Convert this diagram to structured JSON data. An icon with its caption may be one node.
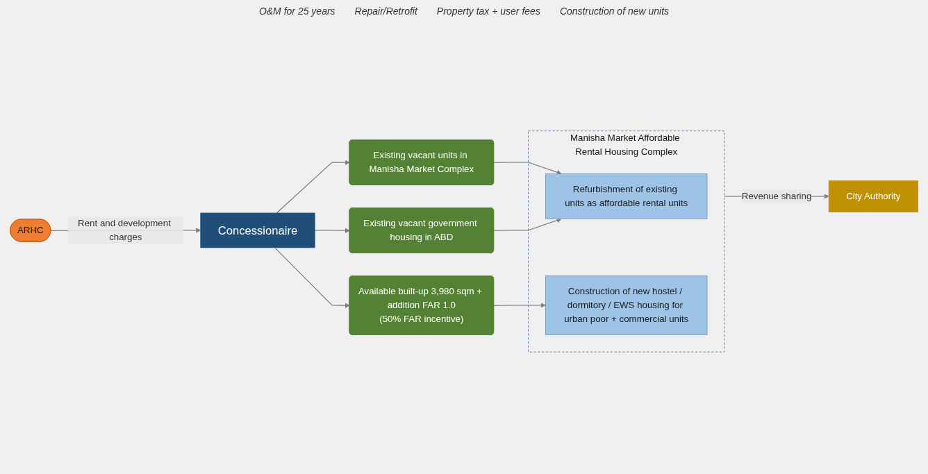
{
  "diagram": {
    "nodes": [
      {
        "text": [
          "Concessionaire"
        ]
      },
      {
        "text": [
          "Existing vacant units in Manisha Market Complex"
        ]
      },
      {
        "text": [
          "Existing vacant government housing in ABD"
        ]
      },
      {
        "text": [
          "Available built-up 3,980 sqm + addition FAR 1.0",
          "(50% FAR incentive)"
        ]
      },
      {
        "text": [
          "Manisha Market Affordable Rental Housing Complex"
        ]
      },
      {
        "text": [
          "ARHC"
        ]
      },
      {
        "text": [
          "Refurbishment of existing units as affordable rental units"
        ],
        "in": 4
      },
      {
        "text": [
          "Construction of new hostel / dormitory / EWS housing for urban poor + commercial units"
        ],
        "in": 4
      },
      {
        "text": [
          "City Authority"
        ]
      }
    ],
    "edges": [
      {
        "from": 5,
        "to": 0,
        "arrow": "to",
        "label": "Rent and development charges"
      },
      {
        "from": 0,
        "to": 1,
        "arrow": "to"
      },
      {
        "from": 0,
        "to": 2,
        "arrow": "to"
      },
      {
        "from": 0,
        "to": 3,
        "arrow": "to"
      },
      {
        "from": 1,
        "to": 6,
        "arrow": "to"
      },
      {
        "from": 2,
        "to": 6,
        "arrow": "to"
      },
      {
        "from": 3,
        "to": 7,
        "arrow": "to"
      },
      {
        "from": 4,
        "to": 8,
        "arrow": "to",
        "label": "Revenue sharing"
      }
    ],
    "labels": [
      "O&M for 25 years",
      "Repair/Retrofit",
      "Property tax + user fees",
      "Construction of new units"
    ]
  }
}
